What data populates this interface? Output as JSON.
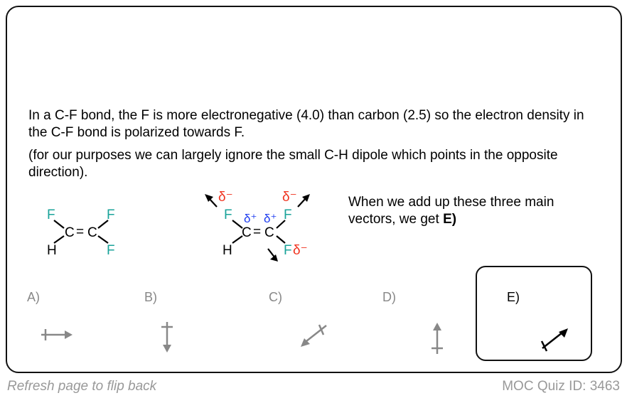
{
  "question": {
    "para1": "In a C-F bond, the F is more electronegative (4.0) than carbon (2.5) so the electron density in the C-F bond is polarized towards F.",
    "para2": "(for our purposes we can largely ignore the small C-H dipole which points in the opposite direction).",
    "summary_prefix": "When we add up these three main vectors, we get ",
    "summary_answer": "E)"
  },
  "molecule": {
    "F": "F",
    "C": "C",
    "H": "H",
    "delta_minus": "δ⁻",
    "delta_plus": "δ⁺",
    "double_bond": "="
  },
  "options": [
    {
      "label": "A)",
      "direction": "right"
    },
    {
      "label": "B)",
      "direction": "down"
    },
    {
      "label": "C)",
      "direction": "down-left"
    },
    {
      "label": "D)",
      "direction": "up"
    },
    {
      "label": "E)",
      "direction": "up-right",
      "selected": true
    }
  ],
  "footer": {
    "flip_hint": "Refresh page to flip back",
    "quiz_id": "MOC Quiz ID: 3463"
  },
  "colors": {
    "fluorine": "#1aa39a",
    "delta_minus": "#f0321e",
    "delta_plus": "#1e3cf0",
    "option_gray": "#888888"
  }
}
